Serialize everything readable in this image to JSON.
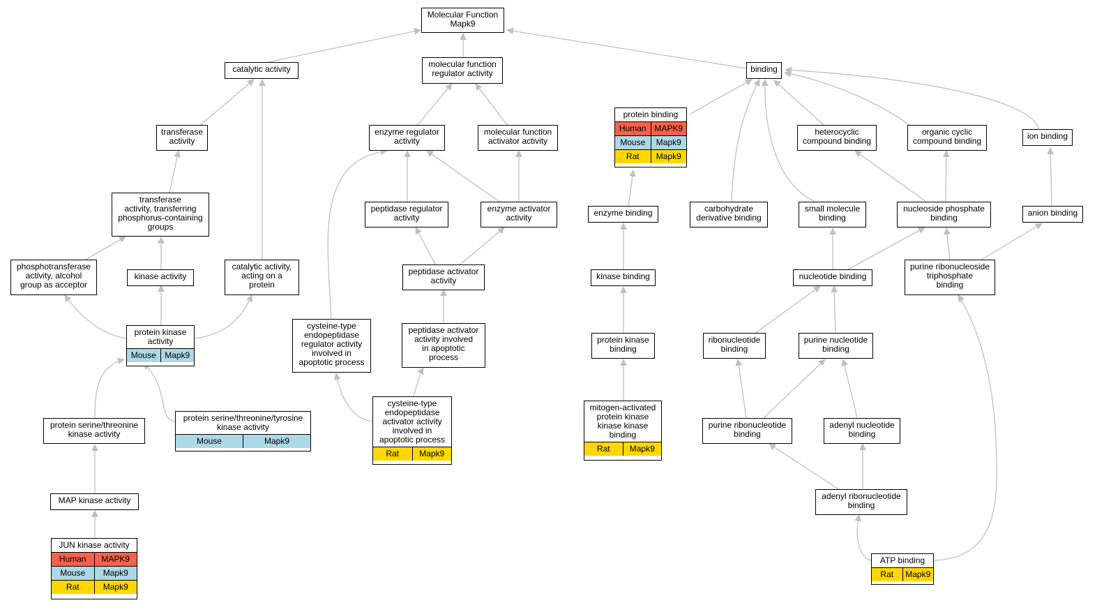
{
  "colors": {
    "human": "#f7614a",
    "mouse": "#add8e6",
    "rat": "#ffd700",
    "edge": "#c0c0c0"
  },
  "nodes": [
    {
      "id": "mf",
      "label": "Molecular Function\nMapk9"
    },
    {
      "id": "cat",
      "label": "catalytic activity"
    },
    {
      "id": "mfreg",
      "label": "molecular function\nregulator activity"
    },
    {
      "id": "bind",
      "label": "binding"
    },
    {
      "id": "trans",
      "label": "transferase\nactivity"
    },
    {
      "id": "enzreg",
      "label": "enzyme regulator\nactivity"
    },
    {
      "id": "mfact",
      "label": "molecular function\nactivator activity"
    },
    {
      "id": "protbind",
      "label": "protein binding",
      "rows": [
        [
          "Human",
          "MAPK9"
        ],
        [
          "Mouse",
          "Mapk9"
        ],
        [
          "Rat",
          "Mapk9"
        ]
      ]
    },
    {
      "id": "hetero",
      "label": "heterocyclic\ncompound binding"
    },
    {
      "id": "organic",
      "label": "organic cyclic\ncompound binding"
    },
    {
      "id": "ion",
      "label": "ion binding"
    },
    {
      "id": "transphos",
      "label": "transferase\nactivity, transferring\nphosphorus-containing\ngroups"
    },
    {
      "id": "pepreg",
      "label": "peptidase regulator\nactivity"
    },
    {
      "id": "enzact",
      "label": "enzyme activator\nactivity"
    },
    {
      "id": "enzbind",
      "label": "enzyme binding"
    },
    {
      "id": "carbo",
      "label": "carbohydrate\nderivative binding"
    },
    {
      "id": "smallmol",
      "label": "small molecule\nbinding"
    },
    {
      "id": "nucphos",
      "label": "nucleoside phosphate\nbinding"
    },
    {
      "id": "anion",
      "label": "anion binding"
    },
    {
      "id": "phosalc",
      "label": "phosphotransferase\nactivity, alcohol\ngroup as acceptor"
    },
    {
      "id": "kinase",
      "label": "kinase activity"
    },
    {
      "id": "catprot",
      "label": "catalytic activity,\nacting on a\nprotein"
    },
    {
      "id": "pepact",
      "label": "peptidase activator\nactivity"
    },
    {
      "id": "kinbind",
      "label": "kinase binding"
    },
    {
      "id": "nucbind",
      "label": "nucleotide binding"
    },
    {
      "id": "purribtri",
      "label": "purine ribonucleoside\ntriphosphate\nbinding"
    },
    {
      "id": "protkin",
      "label": "protein kinase\nactivity",
      "rows": [
        [
          "Mouse",
          "Mapk9"
        ]
      ]
    },
    {
      "id": "cysreg",
      "label": "cysteine-type\nendopeptidase\nregulator activity\ninvolved in\napoptotic process"
    },
    {
      "id": "pepactapo",
      "label": "peptidase activator\nactivity involved\nin apoptotic\nprocess"
    },
    {
      "id": "protkinbind",
      "label": "protein kinase\nbinding"
    },
    {
      "id": "ribonuc",
      "label": "ribonucleotide\nbinding"
    },
    {
      "id": "purnuc",
      "label": "purine nucleotide\nbinding"
    },
    {
      "id": "pstk",
      "label": "protein serine/threonine\nkinase activity"
    },
    {
      "id": "pstyk",
      "label": "protein serine/threonine/tyrosine\nkinase activity",
      "rows": [
        [
          "Mouse",
          "Mapk9"
        ]
      ]
    },
    {
      "id": "cysact",
      "label": "cysteine-type\nendopeptidase\nactivator activity\ninvolved in\napoptotic process",
      "rows": [
        [
          "Rat",
          "Mapk9"
        ]
      ]
    },
    {
      "id": "mapkkk",
      "label": "mitogen-activated\nprotein kinase\nkinase kinase\nbinding",
      "rows": [
        [
          "Rat",
          "Mapk9"
        ]
      ]
    },
    {
      "id": "purribnuc",
      "label": "purine ribonucleotide\nbinding"
    },
    {
      "id": "adenyl",
      "label": "adenyl nucleotide\nbinding"
    },
    {
      "id": "mapk",
      "label": "MAP kinase activity"
    },
    {
      "id": "adenylrib",
      "label": "adenyl ribonucleotide\nbinding"
    },
    {
      "id": "jun",
      "label": "JUN kinase activity",
      "rows": [
        [
          "Human",
          "MAPK9"
        ],
        [
          "Mouse",
          "Mapk9"
        ],
        [
          "Rat",
          "Mapk9"
        ]
      ]
    },
    {
      "id": "atp",
      "label": "ATP binding",
      "rows": [
        [
          "Rat",
          "Mapk9"
        ]
      ]
    }
  ]
}
